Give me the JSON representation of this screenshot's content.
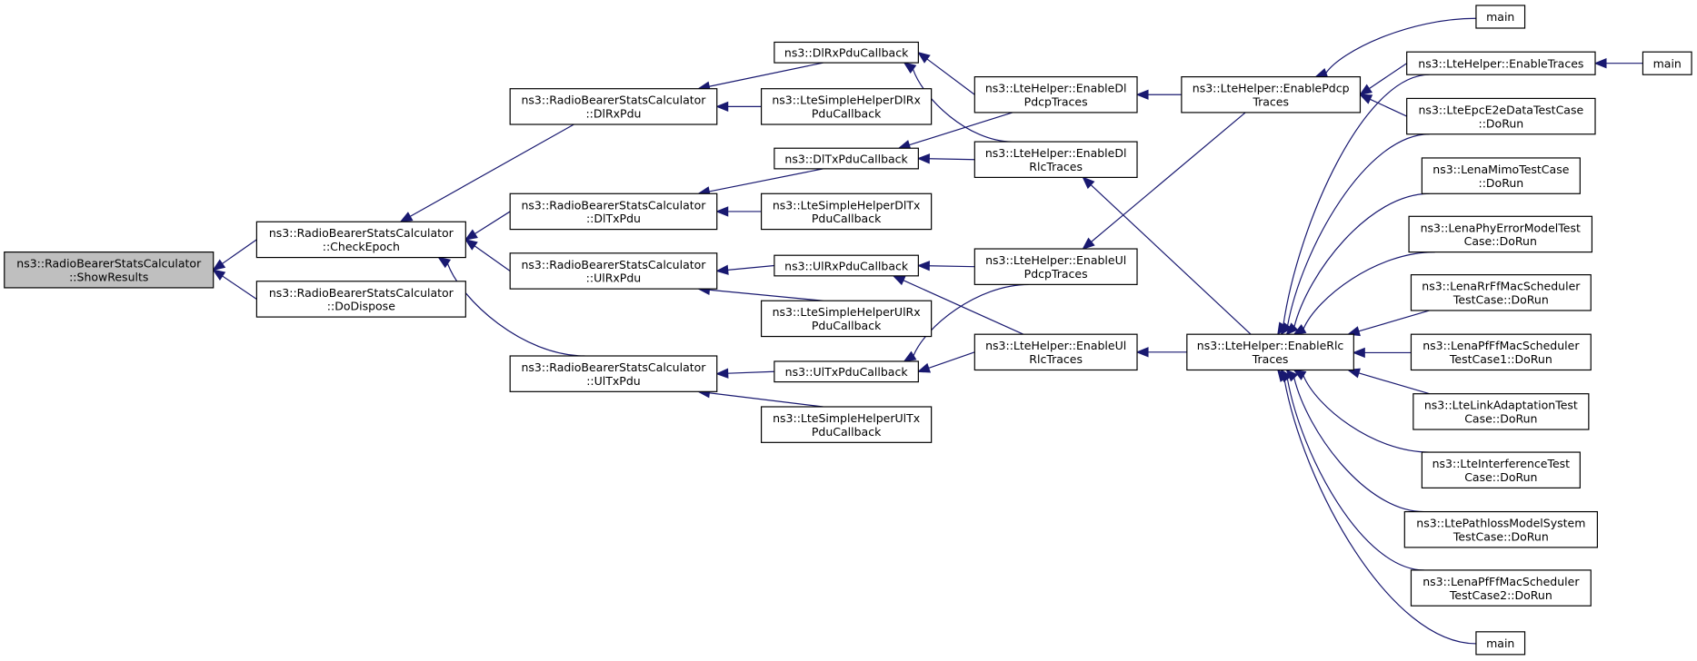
{
  "diagram": {
    "type": "call-graph (caller graph)",
    "colors": {
      "edge": "#191970",
      "node_border": "#000000",
      "focus_fill": "#bfbfbf",
      "node_fill": "#ffffff"
    },
    "nodes": [
      {
        "id": "showresults",
        "lines": [
          "ns3::RadioBearerStatsCalculator",
          "::ShowResults"
        ],
        "focus": true
      },
      {
        "id": "checkepoch",
        "lines": [
          "ns3::RadioBearerStatsCalculator",
          "::CheckEpoch"
        ]
      },
      {
        "id": "dodispose",
        "lines": [
          "ns3::RadioBearerStatsCalculator",
          "::DoDispose"
        ]
      },
      {
        "id": "dlrxpdu",
        "lines": [
          "ns3::RadioBearerStatsCalculator",
          "::DlRxPdu"
        ]
      },
      {
        "id": "dltxpdu",
        "lines": [
          "ns3::RadioBearerStatsCalculator",
          "::DlTxPdu"
        ]
      },
      {
        "id": "ulrxpdu",
        "lines": [
          "ns3::RadioBearerStatsCalculator",
          "::UlRxPdu"
        ]
      },
      {
        "id": "ultxpdu",
        "lines": [
          "ns3::RadioBearerStatsCalculator",
          "::UlTxPdu"
        ]
      },
      {
        "id": "dlrxcb",
        "lines": [
          "ns3::DlRxPduCallback"
        ]
      },
      {
        "id": "simpledlrx",
        "lines": [
          "ns3::LteSimpleHelperDlRx",
          "PduCallback"
        ]
      },
      {
        "id": "dltxcb",
        "lines": [
          "ns3::DlTxPduCallback"
        ]
      },
      {
        "id": "simpledltx",
        "lines": [
          "ns3::LteSimpleHelperDlTx",
          "PduCallback"
        ]
      },
      {
        "id": "ulrxcb",
        "lines": [
          "ns3::UlRxPduCallback"
        ]
      },
      {
        "id": "simpleulrx",
        "lines": [
          "ns3::LteSimpleHelperUlRx",
          "PduCallback"
        ]
      },
      {
        "id": "ultxcb",
        "lines": [
          "ns3::UlTxPduCallback"
        ]
      },
      {
        "id": "simpleultx",
        "lines": [
          "ns3::LteSimpleHelperUlTx",
          "PduCallback"
        ]
      },
      {
        "id": "enabledlpdcp",
        "lines": [
          "ns3::LteHelper::EnableDl",
          "PdcpTraces"
        ]
      },
      {
        "id": "enabledlrlc",
        "lines": [
          "ns3::LteHelper::EnableDl",
          "RlcTraces"
        ]
      },
      {
        "id": "enableulpdcp",
        "lines": [
          "ns3::LteHelper::EnableUl",
          "PdcpTraces"
        ]
      },
      {
        "id": "enableulrlc",
        "lines": [
          "ns3::LteHelper::EnableUl",
          "RlcTraces"
        ]
      },
      {
        "id": "enablepdcp",
        "lines": [
          "ns3::LteHelper::EnablePdcp",
          "Traces"
        ]
      },
      {
        "id": "enablerlc",
        "lines": [
          "ns3::LteHelper::EnableRlc",
          "Traces"
        ]
      },
      {
        "id": "main1",
        "lines": [
          "main"
        ]
      },
      {
        "id": "enabletraces",
        "lines": [
          "ns3::LteHelper::EnableTraces"
        ]
      },
      {
        "id": "main2",
        "lines": [
          "main"
        ]
      },
      {
        "id": "epce2e",
        "lines": [
          "ns3::LteEpcE2eDataTestCase",
          "::DoRun"
        ]
      },
      {
        "id": "lenamimo",
        "lines": [
          "ns3::LenaMimoTestCase",
          "::DoRun"
        ]
      },
      {
        "id": "lenaphyerr",
        "lines": [
          "ns3::LenaPhyErrorModelTest",
          "Case::DoRun"
        ]
      },
      {
        "id": "lenarrff",
        "lines": [
          "ns3::LenaRrFfMacScheduler",
          "TestCase::DoRun"
        ]
      },
      {
        "id": "lenapfff1",
        "lines": [
          "ns3::LenaPfFfMacScheduler",
          "TestCase1::DoRun"
        ]
      },
      {
        "id": "linkadapt",
        "lines": [
          "ns3::LteLinkAdaptationTest",
          "Case::DoRun"
        ]
      },
      {
        "id": "interference",
        "lines": [
          "ns3::LteInterferenceTest",
          "Case::DoRun"
        ]
      },
      {
        "id": "pathloss",
        "lines": [
          "ns3::LtePathlossModelSystem",
          "TestCase::DoRun"
        ]
      },
      {
        "id": "lenapfff2",
        "lines": [
          "ns3::LenaPfFfMacScheduler",
          "TestCase2::DoRun"
        ]
      },
      {
        "id": "main3",
        "lines": [
          "main"
        ]
      }
    ],
    "edges": [
      {
        "from": "checkepoch",
        "to": "showresults"
      },
      {
        "from": "dodispose",
        "to": "showresults"
      },
      {
        "from": "dlrxpdu",
        "to": "checkepoch"
      },
      {
        "from": "dltxpdu",
        "to": "checkepoch"
      },
      {
        "from": "ulrxpdu",
        "to": "checkepoch"
      },
      {
        "from": "ultxpdu",
        "to": "checkepoch"
      },
      {
        "from": "dlrxcb",
        "to": "dlrxpdu"
      },
      {
        "from": "simpledlrx",
        "to": "dlrxpdu"
      },
      {
        "from": "dltxcb",
        "to": "dltxpdu"
      },
      {
        "from": "simpledltx",
        "to": "dltxpdu"
      },
      {
        "from": "ulrxcb",
        "to": "ulrxpdu"
      },
      {
        "from": "simpleulrx",
        "to": "ulrxpdu"
      },
      {
        "from": "ultxcb",
        "to": "ultxpdu"
      },
      {
        "from": "simpleultx",
        "to": "ultxpdu"
      },
      {
        "from": "enabledlpdcp",
        "to": "dlrxcb"
      },
      {
        "from": "enabledlrlc",
        "to": "dlrxcb"
      },
      {
        "from": "enabledlpdcp",
        "to": "dltxcb"
      },
      {
        "from": "enabledlrlc",
        "to": "dltxcb"
      },
      {
        "from": "enableulpdcp",
        "to": "ulrxcb"
      },
      {
        "from": "enableulrlc",
        "to": "ulrxcb"
      },
      {
        "from": "enableulpdcp",
        "to": "ultxcb"
      },
      {
        "from": "enableulrlc",
        "to": "ultxcb"
      },
      {
        "from": "enablepdcp",
        "to": "enabledlpdcp"
      },
      {
        "from": "enablepdcp",
        "to": "enableulpdcp"
      },
      {
        "from": "enablerlc",
        "to": "enabledlrlc"
      },
      {
        "from": "enablerlc",
        "to": "enableulrlc"
      },
      {
        "from": "main1",
        "to": "enablepdcp"
      },
      {
        "from": "enabletraces",
        "to": "enablepdcp"
      },
      {
        "from": "epce2e",
        "to": "enablepdcp"
      },
      {
        "from": "main2",
        "to": "enabletraces"
      },
      {
        "from": "enabletraces",
        "to": "enablerlc"
      },
      {
        "from": "epce2e",
        "to": "enablerlc"
      },
      {
        "from": "lenamimo",
        "to": "enablerlc"
      },
      {
        "from": "lenaphyerr",
        "to": "enablerlc"
      },
      {
        "from": "lenarrff",
        "to": "enablerlc"
      },
      {
        "from": "lenapfff1",
        "to": "enablerlc"
      },
      {
        "from": "linkadapt",
        "to": "enablerlc"
      },
      {
        "from": "interference",
        "to": "enablerlc"
      },
      {
        "from": "pathloss",
        "to": "enablerlc"
      },
      {
        "from": "lenapfff2",
        "to": "enablerlc"
      },
      {
        "from": "main3",
        "to": "enablerlc"
      }
    ]
  }
}
